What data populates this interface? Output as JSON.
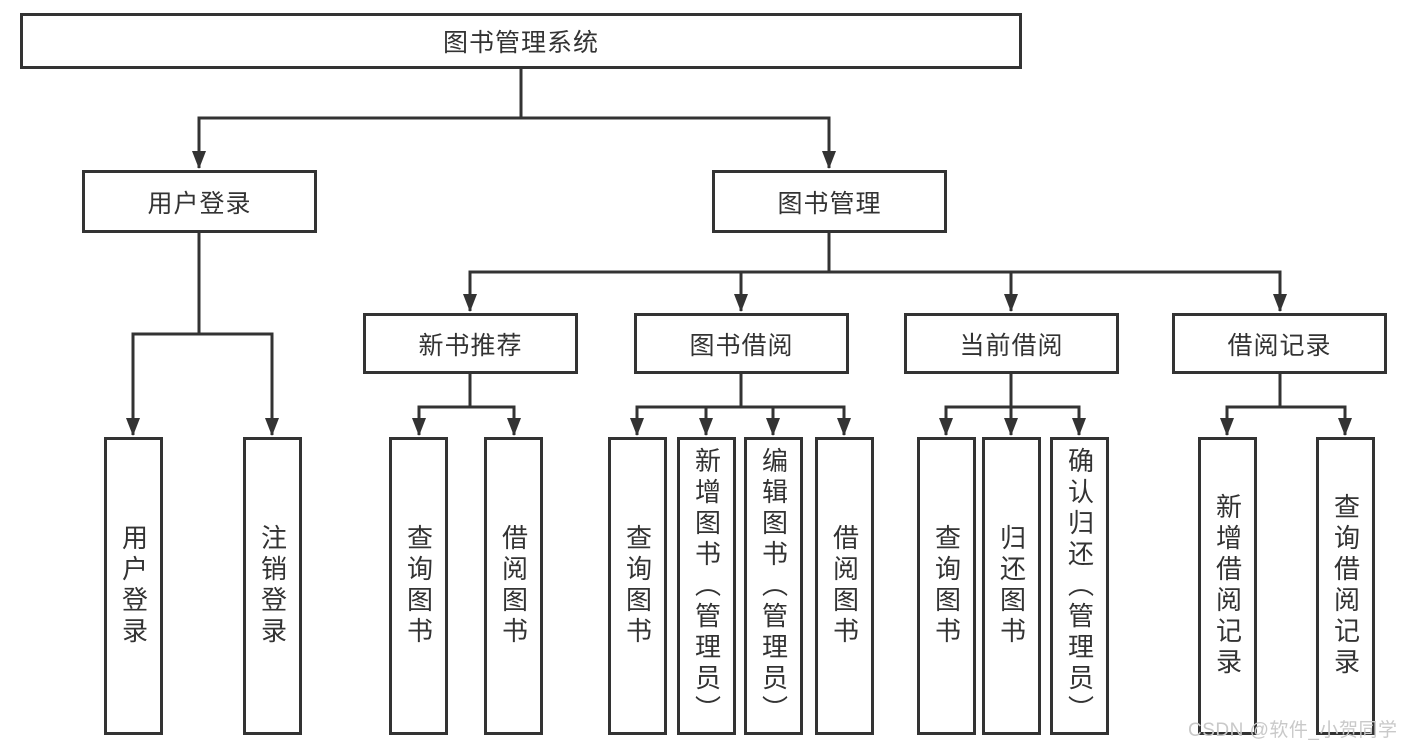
{
  "title": "图书管理系统",
  "tree": {
    "label": "图书管理系统",
    "children": [
      {
        "label": "用户登录",
        "children": [
          {
            "label": "用户登录"
          },
          {
            "label": "注销登录"
          }
        ]
      },
      {
        "label": "图书管理",
        "children": [
          {
            "label": "新书推荐",
            "children": [
              {
                "label": "查询图书"
              },
              {
                "label": "借阅图书"
              }
            ]
          },
          {
            "label": "图书借阅",
            "children": [
              {
                "label": "查询图书"
              },
              {
                "label": "新增图书（管理员）"
              },
              {
                "label": "编辑图书（管理员）"
              },
              {
                "label": "借阅图书"
              }
            ]
          },
          {
            "label": "当前借阅",
            "children": [
              {
                "label": "查询图书"
              },
              {
                "label": "归还图书"
              },
              {
                "label": "确认归还（管理员）"
              }
            ]
          },
          {
            "label": "借阅记录",
            "children": [
              {
                "label": "新增借阅记录"
              },
              {
                "label": "查询借阅记录"
              }
            ]
          }
        ]
      }
    ]
  },
  "watermark": "CSDN @软件_小贺同学",
  "colors": {
    "line": "#333333",
    "text": "#333333",
    "box_background": "#ffffff",
    "page_background": "#ffffff",
    "watermark": "#c9c9c9"
  }
}
